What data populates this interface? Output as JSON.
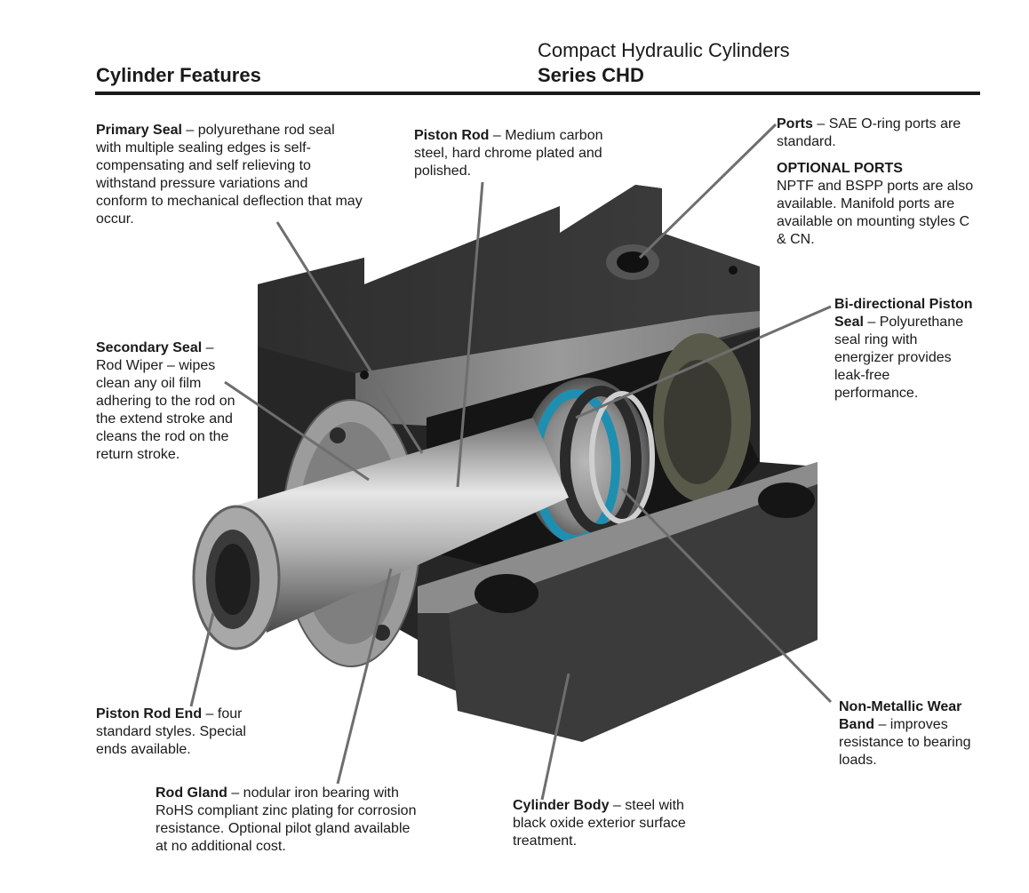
{
  "header": {
    "section_title": "Cylinder Features",
    "product_line": "Compact Hydraulic Cylinders",
    "series": "Series CHD"
  },
  "callouts": {
    "primary_seal": {
      "title": "Primary Seal",
      "text": " –  polyurethane rod seal with multiple sealing edges is self-compensating and self relieving to withstand pressure variations and conform to mechanical deflection that may occur."
    },
    "piston_rod": {
      "title": "Piston Rod",
      "text": " – Medium carbon steel, hard chrome plated and polished."
    },
    "ports": {
      "title": "Ports",
      "text": " – SAE O-ring ports are standard."
    },
    "optional_ports": {
      "title": "OPTIONAL PORTS",
      "text": "NPTF and BSPP ports are also available. Manifold ports are available on mounting styles C & CN."
    },
    "secondary_seal": {
      "title": "Secondary Seal",
      "text": " – Rod Wiper – wipes clean any oil film adhering to the rod on the extend stroke and cleans the rod on the return stroke."
    },
    "piston_seal": {
      "title": "Bi-directional Piston Seal",
      "text": " – Polyurethane seal ring with energizer provides leak-free performance."
    },
    "rod_end": {
      "title": "Piston Rod End",
      "text": " – four standard styles. Special ends available."
    },
    "wear_band": {
      "title": "Non-Metallic Wear Band",
      "text": " – improves resistance to bearing loads."
    },
    "rod_gland": {
      "title": "Rod Gland",
      "text": " – nodular iron bearing with RoHS compliant zinc plating for corrosion resistance. Optional pilot gland available at no additional cost."
    },
    "cylinder_body": {
      "title": "Cylinder Body",
      "text": " – steel with black oxide exterior surface treatment."
    }
  },
  "colors": {
    "body_dark": "#2b2b2b",
    "steel": "#9a9a9a",
    "seal_blue": "#1e8fb0",
    "leader": "#6e6e6e"
  }
}
